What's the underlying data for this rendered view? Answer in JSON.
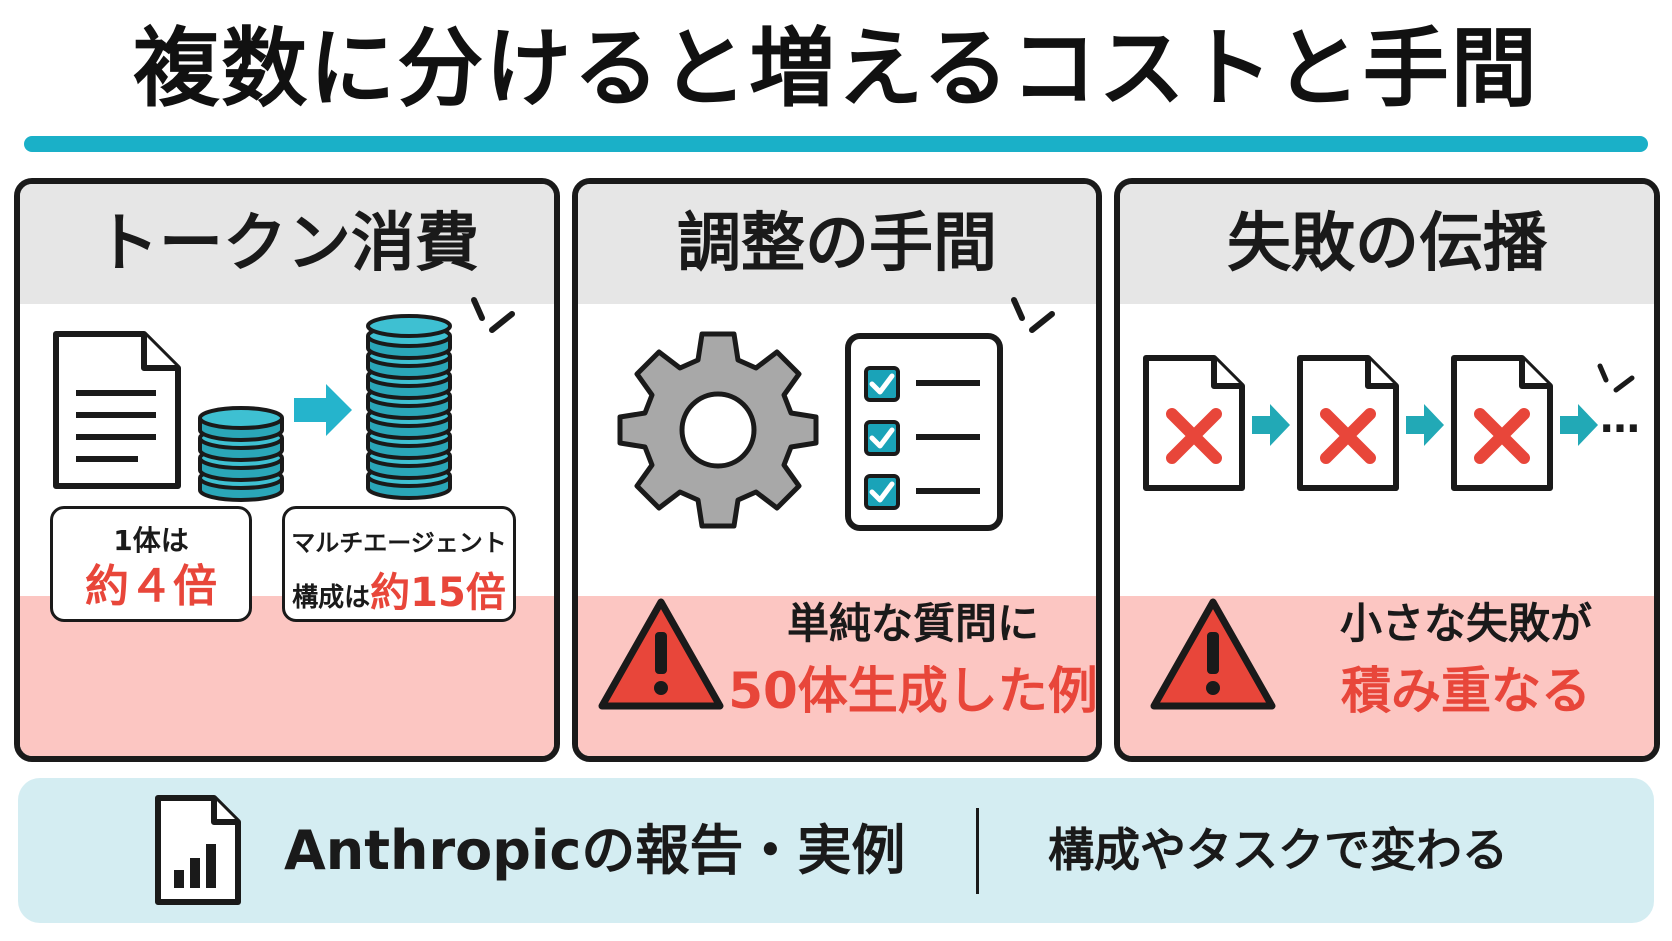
{
  "title": "複数に分けると増えるコストと手間",
  "colors": {
    "accent": "#1ab0c8",
    "warning_red": "#e8463a",
    "panel_header": "#e6e6e6",
    "panel_pink": "#fcc6c2",
    "footer_bg": "#d4edf2",
    "check_teal": "#1aa3b8"
  },
  "panels": [
    {
      "heading": "トークン消費",
      "icons": [
        "document-icon",
        "small-coin-stack-icon",
        "arrow-right-icon",
        "tall-coin-stack-icon",
        "emphasis-lines-icon"
      ],
      "labels": [
        {
          "line1": "1体は",
          "line2": "約４倍"
        },
        {
          "line1": "マルチエージェント",
          "line2_prefix": "構成は",
          "line2": "約15倍"
        }
      ]
    },
    {
      "heading": "調整の手間",
      "icons": [
        "gear-icon",
        "checklist-icon",
        "emphasis-lines-icon",
        "warning-icon"
      ],
      "warning_line1": "単純な質問に",
      "warning_line2": "50体生成した例"
    },
    {
      "heading": "失敗の伝播",
      "icons": [
        "failed-document-icon",
        "arrow-right-icon",
        "ellipsis-icon",
        "emphasis-lines-icon",
        "warning-icon"
      ],
      "ellipsis": "…",
      "warning_line1": "小さな失敗が",
      "warning_line2": "積み重なる"
    }
  ],
  "footer": {
    "icon": "report-chart-icon",
    "main": "Anthropicの報告・実例",
    "sub": "構成やタスクで変わる"
  }
}
